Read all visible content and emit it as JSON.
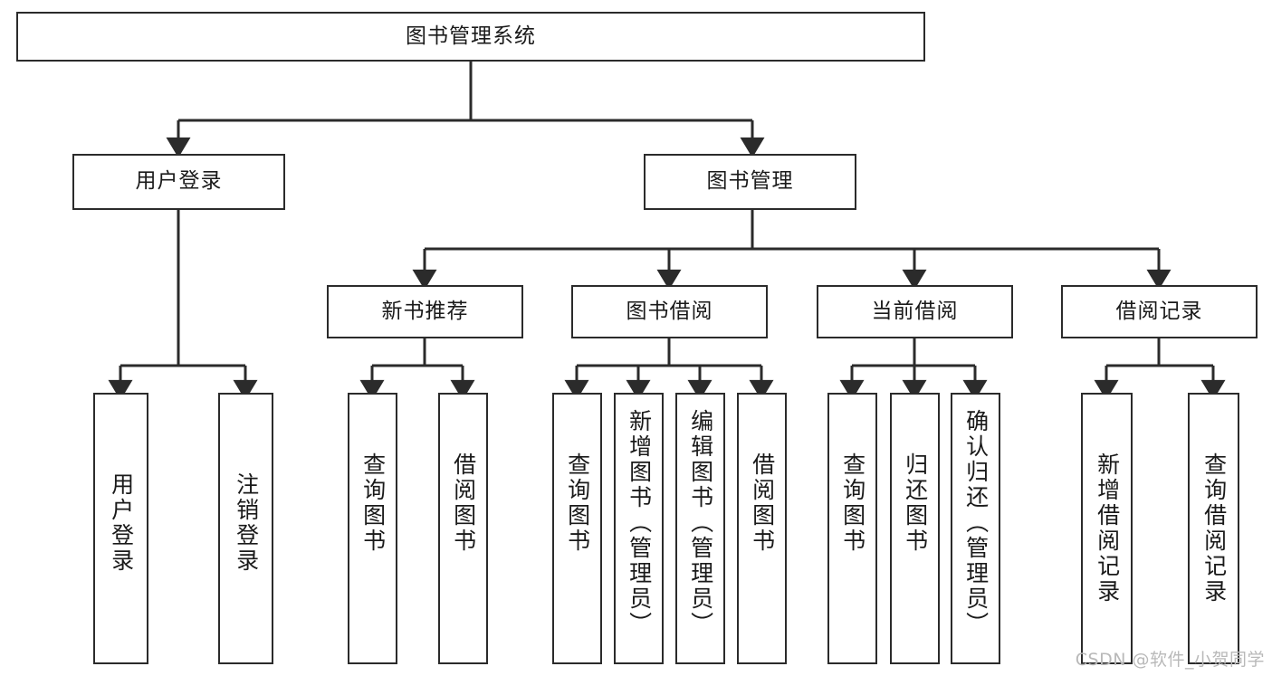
{
  "diagram": {
    "title": "图书管理系统",
    "type": "tree",
    "watermark": "CSDN @软件_小贺同学",
    "colors": {
      "box_border": "#2b2b2b",
      "box_fill": "#ffffff",
      "edge": "#2b2b2b",
      "text": "#1a1a1a",
      "watermark": "#b9b9b9"
    },
    "levels": {
      "root": "图书管理系统",
      "level2": [
        "用户登录",
        "图书管理"
      ],
      "level3": [
        "新书推荐",
        "图书借阅",
        "当前借阅",
        "借阅记录"
      ],
      "level4": [
        "用户登录",
        "注销登录",
        "查询图书",
        "借阅图书",
        "查询图书",
        "新增图书（管理员）",
        "编辑图书（管理员）",
        "借阅图书",
        "查询图书",
        "归还图书",
        "确认归还（管理员）",
        "新增借阅记录",
        "查询借阅记录"
      ]
    },
    "nodes": {
      "root": {
        "label": "图书管理系统"
      },
      "user_login": {
        "label": "用户登录"
      },
      "book_manage": {
        "label": "图书管理"
      },
      "new_book_rec": {
        "label": "新书推荐"
      },
      "book_borrow": {
        "label": "图书借阅"
      },
      "current_borrow": {
        "label": "当前借阅"
      },
      "borrow_record": {
        "label": "借阅记录"
      },
      "leaf_user_login": {
        "label": "用户登录"
      },
      "leaf_logout": {
        "label": "注销登录"
      },
      "leaf_query_book_1": {
        "label": "查询图书"
      },
      "leaf_borrow_book_1": {
        "label": "借阅图书"
      },
      "leaf_query_book_2": {
        "label": "查询图书"
      },
      "leaf_add_book": {
        "label": "新增图书（管理员）"
      },
      "leaf_edit_book": {
        "label": "编辑图书（管理员）"
      },
      "leaf_borrow_book_2": {
        "label": "借阅图书"
      },
      "leaf_query_book_3": {
        "label": "查询图书"
      },
      "leaf_return_book": {
        "label": "归还图书"
      },
      "leaf_confirm_return": {
        "label": "确认归还（管理员）"
      },
      "leaf_add_record": {
        "label": "新增借阅记录"
      },
      "leaf_query_record": {
        "label": "查询借阅记录"
      }
    }
  }
}
